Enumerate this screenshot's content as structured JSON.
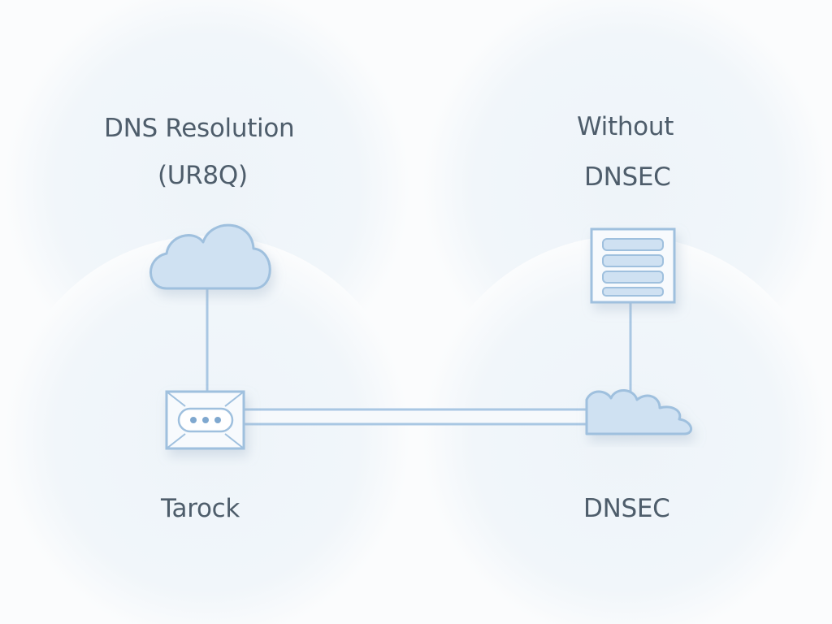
{
  "diagram": {
    "left_title_line1": "DNS Resolution",
    "left_title_line2": "(UR8Q)",
    "right_title_line1": "Without",
    "right_title_line2": "DNSEC",
    "left_bottom_label": "Tarock",
    "right_bottom_label": "DNSEC"
  },
  "colors": {
    "background": "#fbfcfd",
    "bubble_fill": "#eef4f9",
    "line": "#a9c7e3",
    "icon_fill": "#cfe1f2",
    "icon_stroke": "#9fc0de",
    "text": "#4e5d6b"
  },
  "icons": {
    "top_left": "cloud-icon",
    "top_right": "server-icon",
    "bottom_left": "router-icon",
    "bottom_right": "cloud-icon"
  }
}
